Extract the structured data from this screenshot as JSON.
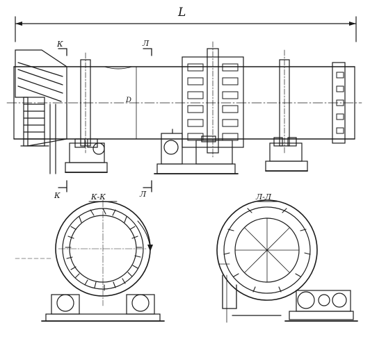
{
  "labels": {
    "overall_length": "L",
    "diameter": "D",
    "section_k_mark_top": "К",
    "section_l_mark_top": "Л",
    "section_k_mark_bottom": "К",
    "section_l_mark_bottom": "Л",
    "section_k_title": "К-К",
    "section_l_title": "Л-Л"
  }
}
